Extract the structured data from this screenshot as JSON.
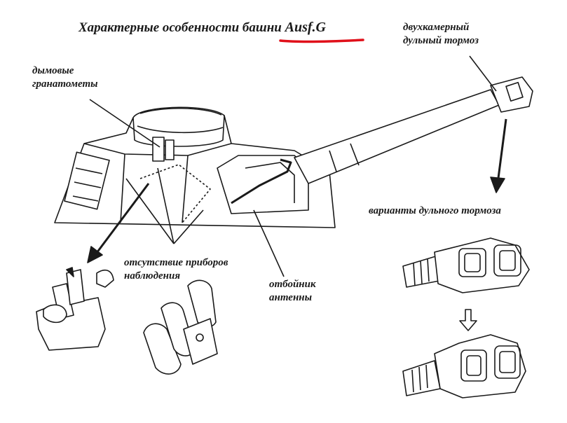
{
  "title": {
    "prefix": "Характерные особенности башни",
    "model": "Ausf.G",
    "underline_color": "#e0101a"
  },
  "labels": {
    "muzzle_brake_line1": "двухкамерный",
    "muzzle_brake_line2": "дульный тормоз",
    "smoke_line1": "дымовые",
    "smoke_line2": "гранатометы",
    "variants": "варианты дульного тормоза",
    "no_devices_line1": "отсутствие приборов",
    "no_devices_line2": "наблюдения",
    "deflector_line1": "отбойник",
    "deflector_line2": "антенны"
  },
  "colors": {
    "ink": "#1a1a1a",
    "paper": "#ffffff"
  }
}
